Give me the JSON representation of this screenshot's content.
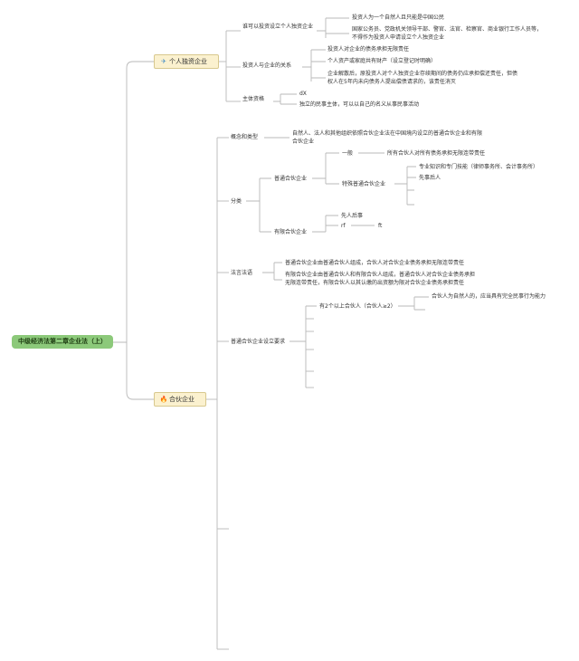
{
  "root": "中级经济法第二章企业法（上）",
  "branches": [
    {
      "label": "个人独资企业",
      "icon": "paper-plane-icon",
      "icon_glyph": "✈",
      "icon_color": "#4a90c8",
      "children": [
        {
          "label": "谁可以投资设立个人独资企业",
          "details": [
            "投资人为一个自然人且只能是中国公民",
            "国家公务员、党政机关领导干部、警官、法官、检察官、商业银行工作人员等，",
            "不得作为投资人申请设立个人独资企业"
          ]
        },
        {
          "label": "投资人与企业的关系",
          "details": [
            "投资人对企业的债务承担无限责任",
            "个人资产或家庭共有财产（设立登记时明确）",
            "企业解散后，原投资人对个人独资企业存续期间的债务仍应承担偿还责任，但债",
            "权人在5年内未向债务人提出偿债请求的，该责任消灭"
          ]
        },
        {
          "label": "主体资格",
          "details": [
            "dX",
            "独立的民事主体，可以以自己的名义从事民事活动"
          ]
        }
      ]
    },
    {
      "label": "合伙企业",
      "icon": "flame-icon",
      "icon_glyph": "🔥",
      "icon_color": "#3a78c9",
      "children": [
        {
          "label": "概念和类型",
          "details": [
            "自然人、法人和其他组织依照合伙企业法在中国境内设立的普通合伙企业和有限",
            "合伙企业"
          ]
        },
        {
          "label": "分类",
          "general": {
            "label": "普通合伙企业",
            "ordinary_label": "一般",
            "ordinary_text": "所有合伙人对所有债务承担无限连带责任",
            "special_label": "特殊普通合伙企业",
            "special_items": [
              "专业知识和专门技能（律师事务所、会计事务所）",
              "先事后人"
            ]
          },
          "limited": {
            "label": "有限合伙企业",
            "items": [
              "先人后事",
              "rf",
              "ft"
            ]
          }
        },
        {
          "label": "法言法语",
          "details": [
            "普通合伙企业由普通合伙人组成，合伙人对合伙企业债务承担无限连带责任",
            "有限合伙企业由普通合伙人和有限合伙人组成，普通合伙人对合伙企业债务承担",
            "无限连带责任，有限合伙人以其认缴的出资额为限对合伙企业债务承担责任"
          ]
        },
        {
          "label": "普通合伙企业设立要求",
          "req": "有2个以上合伙人（合伙人≥2）",
          "req_detail": "合伙人为自然人的，应当具有完全民事行为能力"
        }
      ]
    }
  ],
  "colors": {
    "line": "#b8b8b8",
    "root_bg": "#8cc97a",
    "box_bg": "#fbf1cf",
    "box_border": "#d8c88e"
  }
}
